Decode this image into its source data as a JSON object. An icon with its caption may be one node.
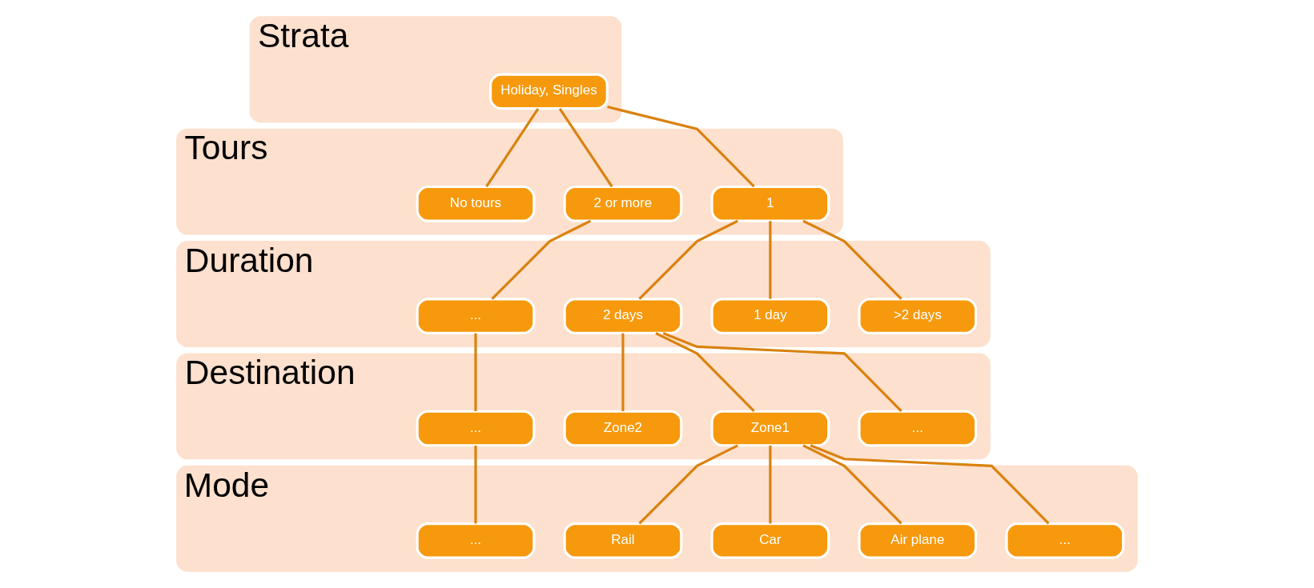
{
  "diagram": {
    "nodes": [
      {
        "text": [
          "Strata"
        ]
      },
      {
        "text": [
          "Holiday, Singles"
        ],
        "in": 0
      },
      {
        "text": [
          "Tours"
        ]
      },
      {
        "text": [
          "No tours"
        ],
        "in": 2
      },
      {
        "text": [
          "1"
        ],
        "in": 2
      },
      {
        "text": [
          "2 or more"
        ],
        "in": 2
      },
      {
        "text": [
          "Duration"
        ]
      },
      {
        "text": [
          "1 day"
        ],
        "in": 6
      },
      {
        "text": [
          "2 days"
        ],
        "in": 6
      },
      {
        "text": [
          ">2 days"
        ],
        "in": 6
      },
      {
        "text": [
          "..."
        ],
        "in": 6
      },
      {
        "text": [
          "Destination"
        ]
      },
      {
        "text": [
          "Zone1"
        ],
        "in": 11
      },
      {
        "text": [
          "Zone2"
        ],
        "in": 11
      },
      {
        "text": [
          "..."
        ],
        "in": 11
      },
      {
        "text": [
          "..."
        ],
        "in": 11
      },
      {
        "text": [
          "Mode"
        ]
      },
      {
        "text": [
          "Air plane"
        ],
        "in": 16
      },
      {
        "text": [
          "Car"
        ],
        "in": 16
      },
      {
        "text": [
          "Rail"
        ],
        "in": 16
      },
      {
        "text": [
          "..."
        ],
        "in": 16
      },
      {
        "text": [
          "..."
        ],
        "in": 16
      }
    ],
    "edges": [
      {
        "from": 1,
        "to": 3,
        "arrow": "none"
      },
      {
        "from": 1,
        "to": 4,
        "arrow": "none"
      },
      {
        "from": 1,
        "to": 5,
        "arrow": "none"
      },
      {
        "from": 4,
        "to": 7,
        "arrow": "none"
      },
      {
        "from": 4,
        "to": 8,
        "arrow": "none"
      },
      {
        "from": 4,
        "to": 9,
        "arrow": "none"
      },
      {
        "from": 5,
        "to": 10,
        "arrow": "none"
      },
      {
        "from": 8,
        "to": 12,
        "arrow": "none"
      },
      {
        "from": 8,
        "to": 13,
        "arrow": "none"
      },
      {
        "from": 8,
        "to": 14,
        "arrow": "none"
      },
      {
        "from": 10,
        "to": 15,
        "arrow": "none"
      },
      {
        "from": 12,
        "to": 17,
        "arrow": "none"
      },
      {
        "from": 12,
        "to": 18,
        "arrow": "none"
      },
      {
        "from": 12,
        "to": 19,
        "arrow": "none"
      },
      {
        "from": 12,
        "to": 20,
        "arrow": "none"
      },
      {
        "from": 15,
        "to": 21,
        "arrow": "none"
      }
    ]
  }
}
